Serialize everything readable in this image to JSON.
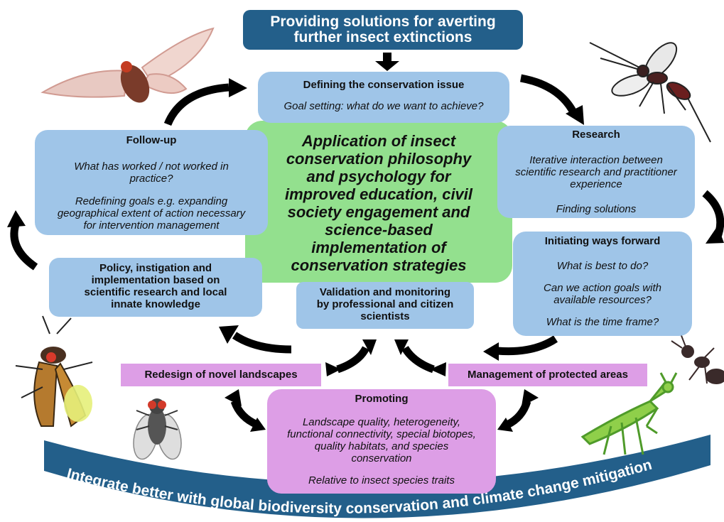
{
  "banner": {
    "line1": "Providing solutions for averting",
    "line2": "further insect extinctions"
  },
  "core": {
    "lines": [
      "Application of insect",
      "conservation philosophy",
      "and psychology for",
      "improved education, civil",
      "society engagement and",
      "science-based",
      "implementation of",
      "conservation strategies"
    ]
  },
  "defining": {
    "title": "Defining the conservation issue",
    "detail": "Goal setting: what do we want to achieve?"
  },
  "research": {
    "title": "Research",
    "detail_lines": [
      "Iterative interaction between",
      "scientific research and practitioner",
      "experience"
    ],
    "extra": "Finding solutions"
  },
  "initiating": {
    "title": "Initiating ways forward",
    "q1": "What is best to do?",
    "q2_lines": [
      "Can we action goals with",
      "available resources?"
    ],
    "q3": "What is the time frame?"
  },
  "followup": {
    "title": "Follow-up",
    "q1_lines": [
      "What has worked / not worked in",
      "practice?"
    ],
    "q2_lines": [
      "Redefining goals e.g. expanding",
      "geographical extent of action necessary",
      "for intervention management"
    ]
  },
  "policy": {
    "lines": [
      "Policy, instigation and",
      "implementation based on",
      "scientific research and local",
      "innate knowledge"
    ]
  },
  "validation": {
    "lines": [
      "Validation and monitoring",
      "by professional and citizen",
      "scientists"
    ]
  },
  "redesign": {
    "label": "Redesign of novel landscapes"
  },
  "management": {
    "label": "Management of protected areas"
  },
  "promoting": {
    "title": "Promoting",
    "detail_lines": [
      "Landscape quality, heterogeneity,",
      "functional connectivity, special biotopes,",
      "quality habitats, and species",
      "conservation"
    ],
    "extra": "Relative to insect species traits"
  },
  "bottom_banner": {
    "text": "Integrate better with global biodiversity conservation and climate change mitigation"
  },
  "colors": {
    "blue_box": "#9fc5e8",
    "green_core": "#93e08e",
    "pink_box": "#dd9ee6",
    "banner": "#235f8a",
    "arrow": "#000000"
  },
  "icons": [
    "moth-icon",
    "wasp-icon",
    "firefly-icon",
    "fly-icon",
    "ant-icon",
    "mantis-icon"
  ]
}
